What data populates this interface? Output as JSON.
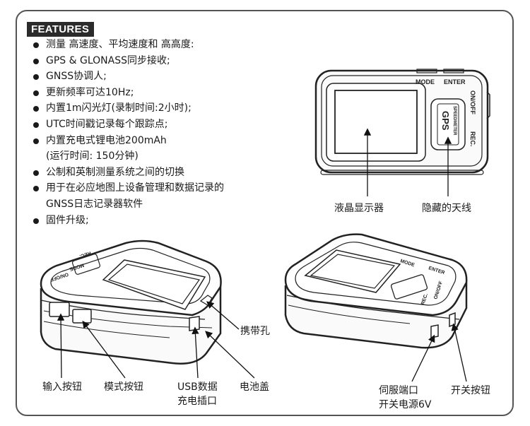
{
  "header": {
    "badge": "FEATURES"
  },
  "features": [
    {
      "text": "测量  高速度、平均速度和  高高度:"
    },
    {
      "text": "GPS & GLONASS同步接收;"
    },
    {
      "text": "GNSS协调人;"
    },
    {
      "text": "更新频率可达10Hz;"
    },
    {
      "text": "内置1m闪光灯(录制时间:2小时);"
    },
    {
      "text": "UTC时间戳记录每个跟踪点;"
    },
    {
      "text": "内置充电式锂电池200mAh",
      "sub": "(运行时间: 150分钟)"
    },
    {
      "text": "公制和英制测量系统之间的切换"
    },
    {
      "text": "用于在必应地图上设备管理和数据记录的",
      "sub": "GNSS日志记录器软件"
    },
    {
      "text": "固件升级;"
    }
  ],
  "device_labels": {
    "mode": "MODE",
    "enter": "ENTER",
    "onoff": "ON/OFF",
    "rec": "REC.",
    "logo": "GPS",
    "logo_sub": "SPEEDMETER"
  },
  "callouts": {
    "lcd": "液晶显示器",
    "antenna": "隐藏的天线",
    "lanyard": "携带孔",
    "input_btn": "输入按钮",
    "mode_btn": "模式按钮",
    "usb_line1": "USB数据",
    "usb_line2": "充电插口",
    "battery": "电池盖",
    "servo_line1": "伺服端口",
    "servo_line2": "开关电源6V",
    "power_btn": "开关按钮"
  }
}
